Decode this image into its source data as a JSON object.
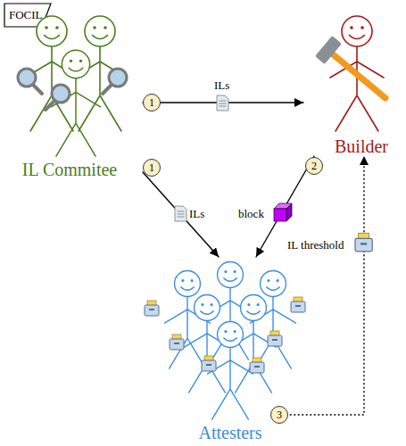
{
  "diagram": {
    "title": "FOCIL",
    "nodes": [
      {
        "text": [
          "IL Commitee"
        ]
      },
      {
        "text": [
          "Builder"
        ]
      },
      {
        "text": [
          "Attesters"
        ]
      }
    ],
    "edges": [
      {
        "from": 0,
        "to": 1,
        "label": "ILs",
        "arrow": "to"
      },
      {
        "from": 0,
        "to": 2,
        "label": "ILs",
        "arrow": "to"
      },
      {
        "from": 1,
        "to": 2,
        "label": "block",
        "arrow": "to"
      },
      {
        "from": 2,
        "to": 1,
        "label": "IL threshold",
        "arrow": "to"
      }
    ],
    "labels": [
      "1",
      "1",
      "2",
      "3"
    ]
  }
}
